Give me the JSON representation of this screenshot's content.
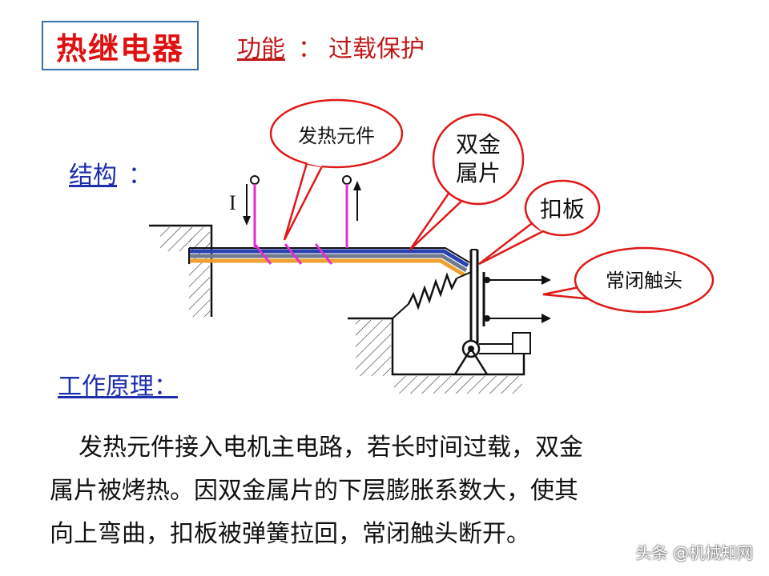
{
  "header": {
    "title": "热继电器",
    "function_label": "功能",
    "function_colon": "：",
    "function_text": "过载保护"
  },
  "structure": {
    "label": "结构",
    "colon": "："
  },
  "diagram": {
    "current_label": "I",
    "callouts": {
      "heating_element": "发热元件",
      "bimetal_line1": "双金",
      "bimetal_line2": "属片",
      "lever_plate": "扣板",
      "nc_contact": "常闭触头"
    },
    "colors": {
      "callout_border": "#e01818",
      "bimetal_top": "#2a3fb0",
      "bimetal_bottom": "#f0a030",
      "heater": "#e030d0",
      "line": "#111111"
    }
  },
  "principle": {
    "label": "工作原理：",
    "lines": [
      "发热元件接入电机主电路，若长时间过载，双金",
      "属片被烤热。因双金属片的下层膨胀系数大，使其",
      "向上弯曲，扣板被弹簧拉回，常闭触头断开。"
    ]
  },
  "watermark": "头条 @机械知网"
}
